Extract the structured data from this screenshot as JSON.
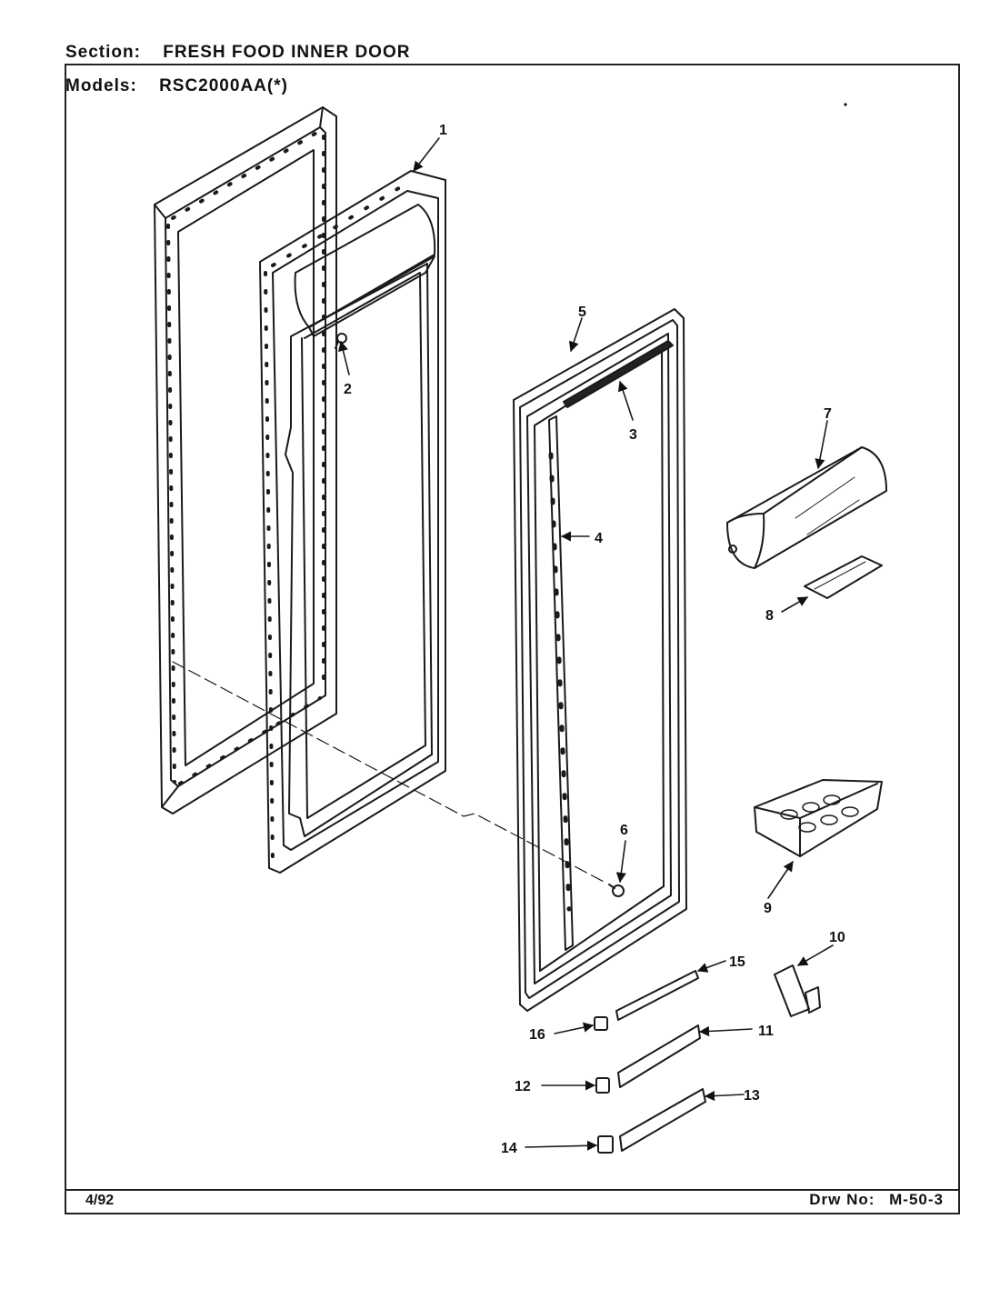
{
  "section": {
    "label": "Section:",
    "value": "FRESH FOOD INNER DOOR"
  },
  "models": {
    "label": "Models:",
    "value": "RSC2000AA(*)"
  },
  "footer": {
    "date": "4/92",
    "drawing_label": "Drw No:",
    "drawing_number": "M-50-3"
  },
  "callouts": [
    "1",
    "2",
    "3",
    "4",
    "5",
    "6",
    "7",
    "8",
    "9",
    "10",
    "11",
    "12",
    "13",
    "14",
    "15",
    "16"
  ]
}
